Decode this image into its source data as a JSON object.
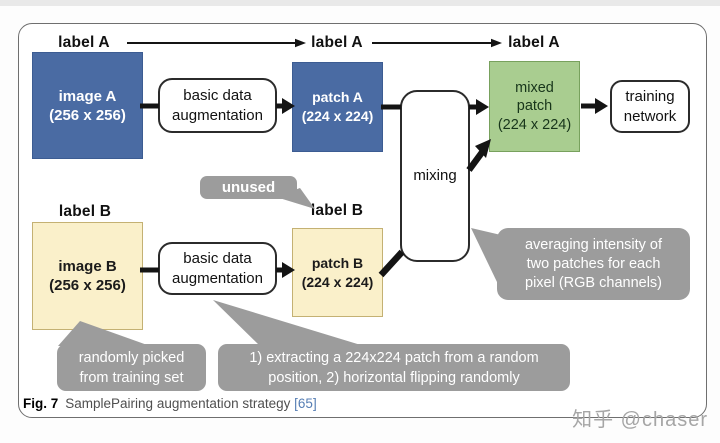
{
  "colors": {
    "blue": "#4a6ba3",
    "blue_border": "#3c5c92",
    "green": "#a9cd90",
    "green_border": "#78a15d",
    "cream": "#faf0ca",
    "cream_border": "#c4b173",
    "callout_gray": "#9c9c9c",
    "link_blue": "#567eb4",
    "watermark_gray": "#a6a6a6"
  },
  "flow_labels": {
    "a1": "label A",
    "a2": "label A",
    "a3": "label A",
    "b1": "label B",
    "b2": "label B"
  },
  "boxes": {
    "image_a": {
      "name": "image A",
      "size": "(256 x 256)"
    },
    "basic_aug_top": {
      "line1": "basic data",
      "line2": "augmentation"
    },
    "patch_a": {
      "name": "patch A",
      "size": "(224 x 224)"
    },
    "mixing": {
      "label": "mixing"
    },
    "mixed_patch": {
      "line1": "mixed",
      "line2": "patch",
      "size": "(224 x 224)"
    },
    "training_network": {
      "line1": "training",
      "line2": "network"
    },
    "image_b": {
      "name": "image B",
      "size": "(256 x 256)"
    },
    "basic_aug_bottom": {
      "line1": "basic data",
      "line2": "augmentation"
    },
    "patch_b": {
      "name": "patch B",
      "size": "(224 x 224)"
    }
  },
  "callouts": {
    "unused": {
      "label": "unused"
    },
    "randomly_picked": {
      "line1": "randomly picked",
      "line2": "from training set"
    },
    "patch_extraction": {
      "line1": "1) extracting a 224x224 patch from a random",
      "line2": "position, 2) horizontal flipping randomly"
    },
    "averaging": {
      "line1": "averaging intensity of",
      "line2": "two patches for each",
      "line3": "pixel (RGB channels)"
    }
  },
  "caption": {
    "label": "Fig. 7",
    "text": "SamplePairing augmentation strategy",
    "reference": "[65]"
  },
  "watermark": "知乎 @chaser"
}
